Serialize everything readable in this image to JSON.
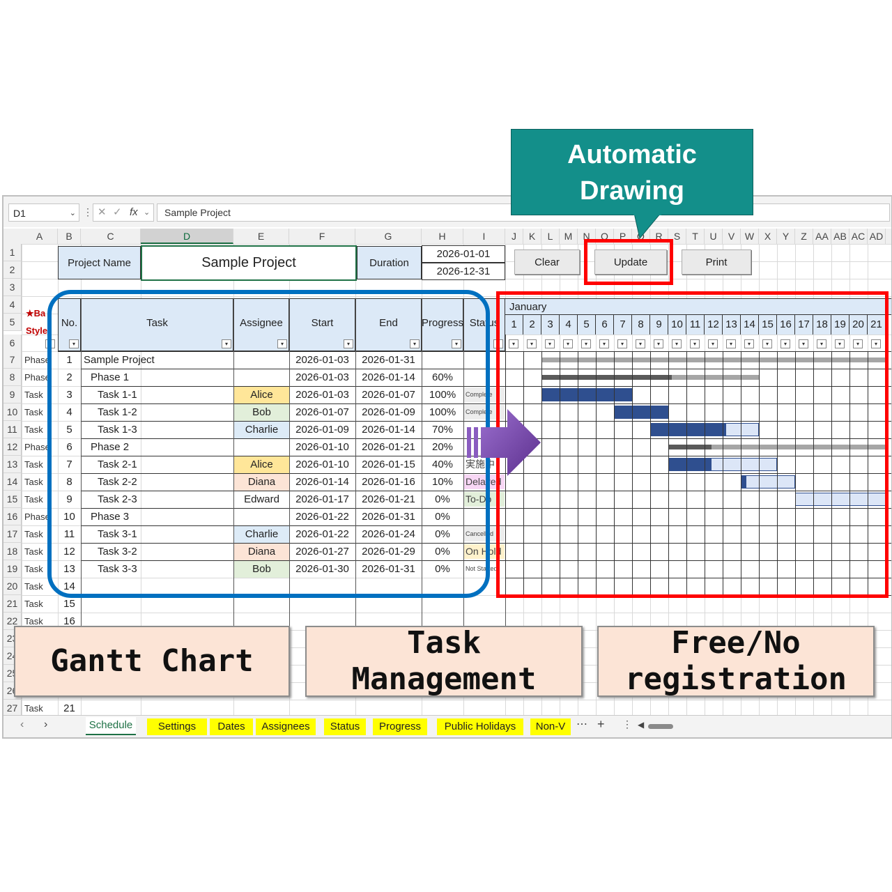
{
  "formula_bar": {
    "name_box": "D1",
    "formula": "Sample Project",
    "fx": "fx"
  },
  "columns": [
    "A",
    "B",
    "C",
    "D",
    "E",
    "F",
    "G",
    "H",
    "I",
    "J",
    "K",
    "L",
    "M",
    "N",
    "O",
    "P",
    "Q",
    "R",
    "S",
    "T",
    "U",
    "V",
    "W",
    "X",
    "Y",
    "Z",
    "AA",
    "AB",
    "AC",
    "AD"
  ],
  "rows": [
    "1",
    "2",
    "3",
    "4",
    "5",
    "6",
    "7",
    "8",
    "9",
    "10",
    "11",
    "12",
    "13",
    "14",
    "15",
    "16",
    "17",
    "18",
    "19",
    "20",
    "21",
    "22",
    "23",
    "24",
    "25",
    "26",
    "27"
  ],
  "header": {
    "project_name_label": "Project Name",
    "project_name": "Sample Project",
    "duration_label": "Duration",
    "duration_start": "2026-01-01",
    "duration_end": "2026-12-31",
    "bar_style_label": "★Ba",
    "bar_style_label2": "Style"
  },
  "buttons": {
    "clear": "Clear",
    "update": "Update",
    "print": "Print"
  },
  "table_headers": {
    "no": "No.",
    "task": "Task",
    "assignee": "Assignee",
    "start": "Start",
    "end": "End",
    "progress": "Progress",
    "status": "Status"
  },
  "tasks": [
    {
      "type": "Phase",
      "no": "1",
      "task": "Sample Project",
      "assignee": "",
      "start": "2026-01-03",
      "end": "2026-01-31",
      "progress": "",
      "status": ""
    },
    {
      "type": "Phase",
      "no": "2",
      "task": "Phase 1",
      "assignee": "",
      "start": "2026-01-03",
      "end": "2026-01-14",
      "progress": "60%",
      "status": ""
    },
    {
      "type": "Task",
      "no": "3",
      "task": "Task 1-1",
      "assignee": "Alice",
      "start": "2026-01-03",
      "end": "2026-01-07",
      "progress": "100%",
      "status": "Complete"
    },
    {
      "type": "Task",
      "no": "4",
      "task": "Task 1-2",
      "assignee": "Bob",
      "start": "2026-01-07",
      "end": "2026-01-09",
      "progress": "100%",
      "status": "Complete"
    },
    {
      "type": "Task",
      "no": "5",
      "task": "Task 1-3",
      "assignee": "Charlie",
      "start": "2026-01-09",
      "end": "2026-01-14",
      "progress": "70%",
      "status": ""
    },
    {
      "type": "Phase",
      "no": "6",
      "task": "Phase 2",
      "assignee": "",
      "start": "2026-01-10",
      "end": "2026-01-21",
      "progress": "20%",
      "status": ""
    },
    {
      "type": "Task",
      "no": "7",
      "task": "Task 2-1",
      "assignee": "Alice",
      "start": "2026-01-10",
      "end": "2026-01-15",
      "progress": "40%",
      "status": "実施中"
    },
    {
      "type": "Task",
      "no": "8",
      "task": "Task 2-2",
      "assignee": "Diana",
      "start": "2026-01-14",
      "end": "2026-01-16",
      "progress": "10%",
      "status": "Delayed"
    },
    {
      "type": "Task",
      "no": "9",
      "task": "Task 2-3",
      "assignee": "Edward",
      "start": "2026-01-17",
      "end": "2026-01-21",
      "progress": "0%",
      "status": "To-Do"
    },
    {
      "type": "Phase",
      "no": "10",
      "task": "Phase 3",
      "assignee": "",
      "start": "2026-01-22",
      "end": "2026-01-31",
      "progress": "0%",
      "status": ""
    },
    {
      "type": "Task",
      "no": "11",
      "task": "Task 3-1",
      "assignee": "Charlie",
      "start": "2026-01-22",
      "end": "2026-01-24",
      "progress": "0%",
      "status": "Cancelled"
    },
    {
      "type": "Task",
      "no": "12",
      "task": "Task 3-2",
      "assignee": "Diana",
      "start": "2026-01-27",
      "end": "2026-01-29",
      "progress": "0%",
      "status": "On Hold"
    },
    {
      "type": "Task",
      "no": "13",
      "task": "Task 3-3",
      "assignee": "Bob",
      "start": "2026-01-30",
      "end": "2026-01-31",
      "progress": "0%",
      "status": "Not Started"
    },
    {
      "type": "Task",
      "no": "14",
      "task": "",
      "assignee": "",
      "start": "",
      "end": "",
      "progress": "",
      "status": ""
    },
    {
      "type": "Task",
      "no": "15",
      "task": "",
      "assignee": "",
      "start": "",
      "end": "",
      "progress": "",
      "status": ""
    },
    {
      "type": "Task",
      "no": "16",
      "task": "",
      "assignee": "",
      "start": "",
      "end": "",
      "progress": "",
      "status": ""
    }
  ],
  "last_row": {
    "type": "Task",
    "no": "21"
  },
  "gantt": {
    "month": "January",
    "days": [
      "1",
      "2",
      "3",
      "4",
      "5",
      "6",
      "7",
      "8",
      "9",
      "10",
      "11",
      "12",
      "13",
      "14",
      "15",
      "16",
      "17",
      "18",
      "19",
      "20",
      "21"
    ],
    "bars": [
      {
        "row": 0,
        "start": 3,
        "end": 21,
        "progress": 0.0,
        "kind": "phase"
      },
      {
        "row": 1,
        "start": 3,
        "end": 14,
        "progress": 0.6,
        "kind": "phase"
      },
      {
        "row": 2,
        "start": 3,
        "end": 7,
        "progress": 1.0,
        "kind": "task"
      },
      {
        "row": 3,
        "start": 7,
        "end": 9,
        "progress": 1.0,
        "kind": "task"
      },
      {
        "row": 4,
        "start": 9,
        "end": 14,
        "progress": 0.7,
        "kind": "task"
      },
      {
        "row": 5,
        "start": 10,
        "end": 21,
        "progress": 0.2,
        "kind": "phase"
      },
      {
        "row": 6,
        "start": 10,
        "end": 15,
        "progress": 0.4,
        "kind": "task"
      },
      {
        "row": 7,
        "start": 14,
        "end": 16,
        "progress": 0.1,
        "kind": "task"
      },
      {
        "row": 8,
        "start": 17,
        "end": 21,
        "progress": 0.0,
        "kind": "task"
      }
    ]
  },
  "sheet_tabs": [
    "Schedule",
    "Settings",
    "Dates",
    "Assignees",
    "Status",
    "Progress",
    "Public Holidays",
    "Non-V"
  ],
  "overlays": {
    "callout_line1": "Automatic",
    "callout_line2": "Drawing",
    "label_gantt": "Gantt Chart",
    "label_task": "Task Management",
    "label_free_line1": "Free/No",
    "label_free_line2": "registration"
  },
  "colors": {
    "accent_red": "#ff0000",
    "accent_blue": "#0070c0",
    "callout": "#138f8a",
    "task_bar": "#2f4f8f",
    "task_remaining": "#dce6f7",
    "phase_done": "#5a5a5a",
    "phase_remaining": "#a6a6a6",
    "alice": "#ffe699",
    "bob": "#e2efda",
    "charlie": "#ddebf7",
    "diana": "#fce4d6",
    "label_bg": "#fce4d6"
  }
}
